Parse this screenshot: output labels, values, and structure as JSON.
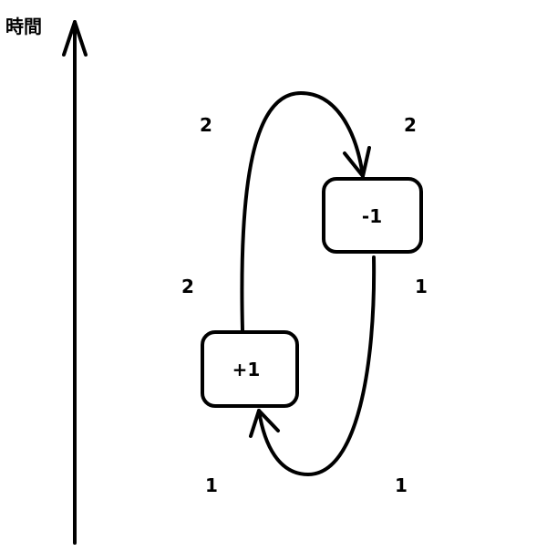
{
  "axis_label": "時間",
  "nodes": [
    {
      "id": "minus",
      "label": "-1"
    },
    {
      "id": "plus",
      "label": "+1"
    }
  ],
  "labels": {
    "top_left": "2",
    "top_right": "2",
    "mid_left": "2",
    "mid_right": "1",
    "bottom_left": "1",
    "bottom_right": "1"
  },
  "colors": {
    "stroke": "#000000",
    "background": "#ffffff"
  }
}
